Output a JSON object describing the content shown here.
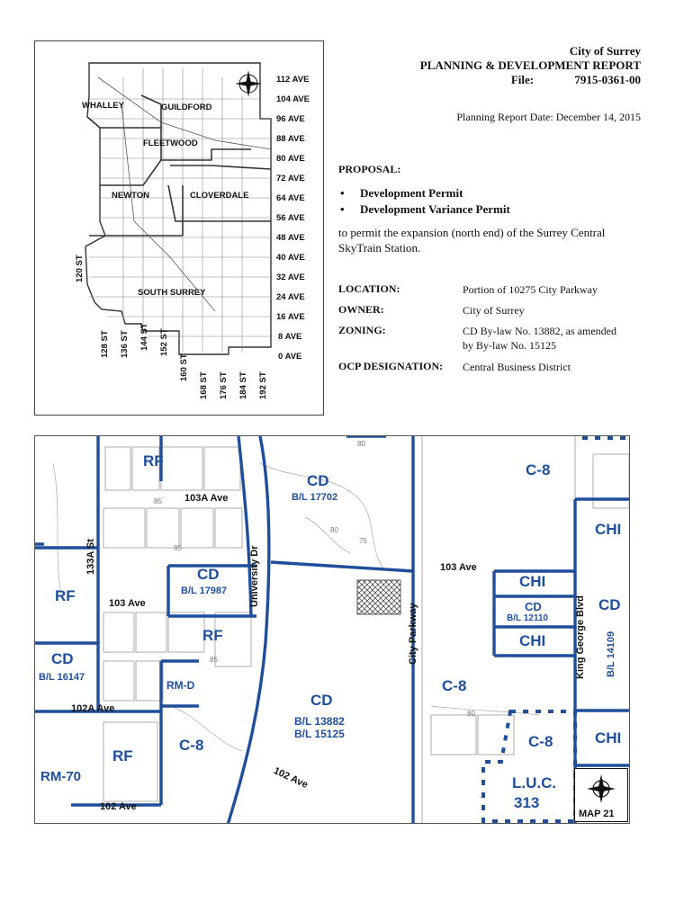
{
  "header": {
    "city": "City of Surrey",
    "report_title": "PLANNING & DEVELOPMENT REPORT",
    "file_label": "File:",
    "file_number": "7915-0361-00",
    "report_date": "Planning Report Date:  December 14, 2015"
  },
  "proposal": {
    "heading": "PROPOSAL:",
    "items": [
      "Development Permit",
      "Development Variance Permit"
    ],
    "description": "to permit the expansion (north end) of the Surrey Central SkyTrain Station."
  },
  "info": {
    "location_label": "LOCATION:",
    "location_value": "Portion of 10275 City Parkway",
    "owner_label": "OWNER:",
    "owner_value": "City of Surrey",
    "zoning_label": "ZONING:",
    "zoning_value_1": "CD By-law No. 13882, as amended",
    "zoning_value_2": "by By-law No. 15125",
    "ocp_label": "OCP DESIGNATION:",
    "ocp_value": "Central Business District"
  },
  "key_map": {
    "districts": [
      "WHALLEY",
      "GUILDFORD",
      "FLEETWOOD",
      "NEWTON",
      "CLOVERDALE",
      "SOUTH SURREY"
    ],
    "avenues": [
      "112 AVE",
      "104 AVE",
      "96 AVE",
      "88 AVE",
      "80 AVE",
      "72 AVE",
      "64 AVE",
      "56 AVE",
      "48 AVE",
      "40 AVE",
      "32 AVE",
      "24 AVE",
      "16 AVE",
      "8 AVE",
      "0 AVE"
    ],
    "streets": [
      "120 ST",
      "128 ST",
      "136 ST",
      "144 ST",
      "152 ST",
      "160 ST",
      "168 ST",
      "176 ST",
      "184 ST",
      "192 ST"
    ]
  },
  "zoning_map": {
    "zones": {
      "rf_top": "RF",
      "cd_top": "CD",
      "cd_top_bylaw": "B/L 17702",
      "c8_top": "C-8",
      "chi_top_right": "CHI",
      "cd_mid_left": "CD",
      "cd_mid_left_bylaw": "B/L 17987",
      "rf_left": "RF",
      "rf_mid": "RF",
      "cd_left": "CD",
      "cd_left_bylaw": "B/L 16147",
      "rmd": "RM-D",
      "chi_a": "CHI",
      "cd_b": "CD",
      "cd_b_bylaw": "B/L 12110",
      "chi_b": "CHI",
      "cd_right": "CD",
      "cd_right_bylaw": "B/L 14109",
      "c8_mid": "C-8",
      "cd_center": "CD",
      "cd_center_bylaw_1": "B/L 13882",
      "cd_center_bylaw_2": "B/L 15125",
      "rf_low": "RF",
      "c8_low": "C-8",
      "rm70": "RM-70",
      "c8_right": "C-8",
      "chi_low_right": "CHI",
      "luc_1": "L.U.C.",
      "luc_2": "313"
    },
    "streets": {
      "ave_103a": "103A Ave",
      "st_133a": "133A St",
      "ave_103_left": "103 Ave",
      "ave_103_right": "103 Ave",
      "ave_102a": "102A Ave",
      "ave_102_low": "102 Ave",
      "ave_102_diag": "102 Ave",
      "university_dr": "University Dr",
      "city_parkway": "City Parkway",
      "king_george": "King George Blvd"
    },
    "contours": [
      "80",
      "85",
      "85",
      "85",
      "80",
      "75",
      "80"
    ],
    "map_number": "MAP   21",
    "colors": {
      "zone_line": "#1f4f9b",
      "hatch": "#333333",
      "parcel": "#9a9a9a"
    }
  }
}
